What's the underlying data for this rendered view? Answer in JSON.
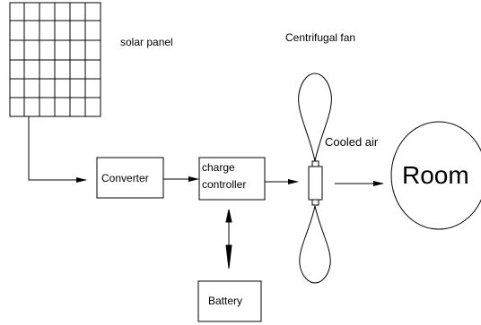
{
  "labels": {
    "solar_panel": "solar panel",
    "centrifugal_fan": "Centrifugal fan",
    "cooled_air": "Cooled air",
    "converter": "Converter",
    "charge_controller_line1": "charge",
    "charge_controller_line2": "controller",
    "battery": "Battery",
    "room": "Room"
  }
}
